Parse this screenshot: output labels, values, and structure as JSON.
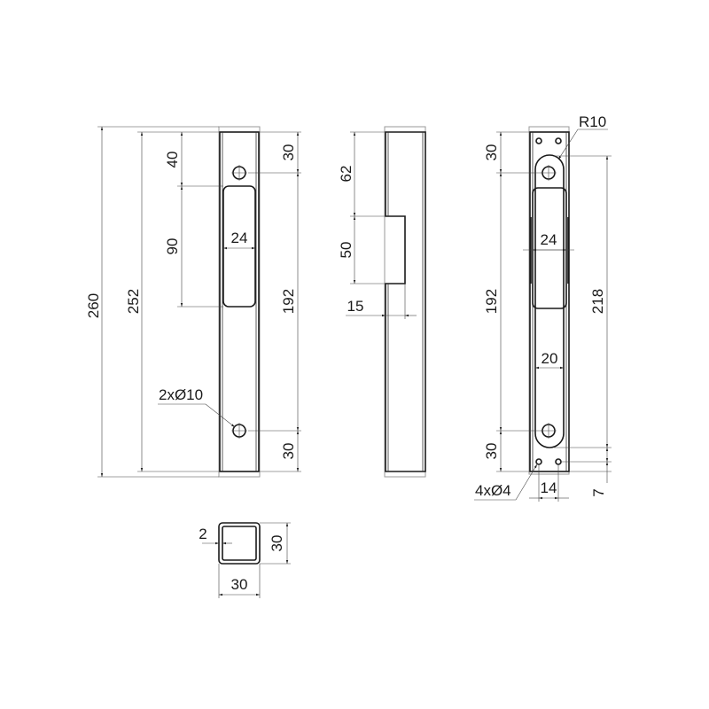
{
  "drawing": {
    "front_view": {
      "overall_length": "260",
      "body_length": "252",
      "slot_offset": "40",
      "slot_length": "90",
      "slot_width": "24",
      "hole_offset_top": "30",
      "hole_spacing": "192",
      "hole_offset_bottom": "30",
      "hole_callout": "2xØ10"
    },
    "side_view": {
      "step_offset": "62",
      "step_length": "50",
      "step_depth": "15"
    },
    "back_view": {
      "radius": "R10",
      "hole_offset_top": "30",
      "hole_spacing": "192",
      "hole_offset_bottom": "30",
      "pocket_width": "24",
      "slot_width": "20",
      "slot_length": "218",
      "small_hole_spacing": "14",
      "small_hole_offset": "7",
      "small_hole_callout": "4xØ4"
    },
    "section": {
      "wall": "2",
      "height": "30",
      "width": "30"
    }
  }
}
